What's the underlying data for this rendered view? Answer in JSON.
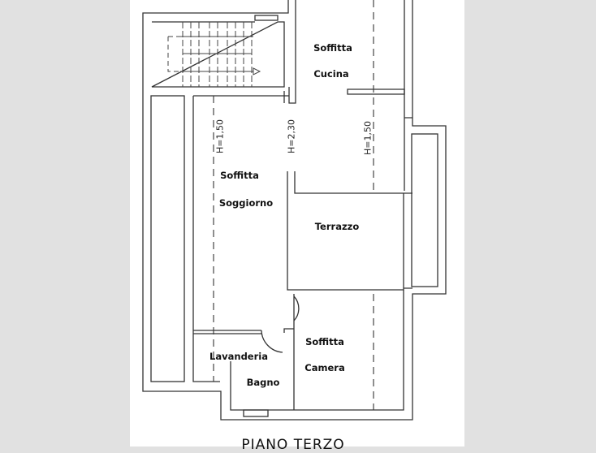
{
  "rooms": {
    "cucina_1": "Soffitta",
    "cucina_2": "Cucina",
    "soggiorno_1": "Soffitta",
    "soggiorno_2": "Soggiorno",
    "terrazzo": "Terrazzo",
    "lavanderia": "Lavanderia",
    "bagno": "Bagno",
    "camera_1": "Soffitta",
    "camera_2": "Camera"
  },
  "heights": {
    "left": "H=1,50",
    "center": "H=2,30",
    "right": "H=1,50"
  },
  "floor_title": "PIANO TERZO"
}
